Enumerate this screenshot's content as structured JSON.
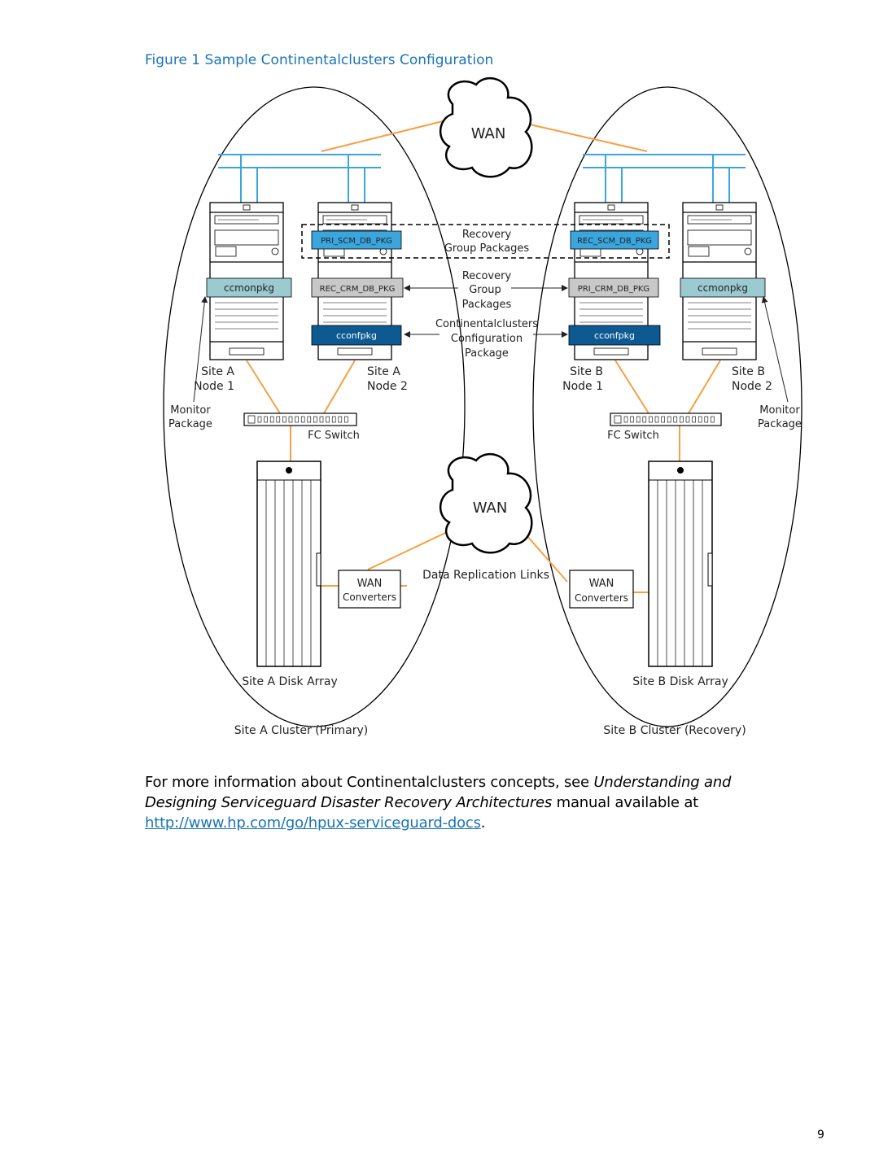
{
  "figure_title": "Figure 1 Sample Continentalclusters Configuration",
  "wan_cloud_label": "WAN",
  "packages": {
    "pri_scm": "PRI_SCM_DB_PKG",
    "rec_scm": "REC_SCM_DB_PKG",
    "rec_crm": "REC_CRM_DB_PKG",
    "pri_crm": "PRI_CRM_DB_PKG",
    "ccmonpkg": "ccmonpkg",
    "cconfpkg": "cconfpkg"
  },
  "center_labels": {
    "recovery_group_packages_1": [
      "Recovery",
      "Group Packages"
    ],
    "recovery_group_packages_2": [
      "Recovery",
      "Group",
      "Packages"
    ],
    "continentalclusters_config": [
      "Continentalclusters",
      "Configuration",
      "Package"
    ],
    "data_replication_links": "Data Replication Links"
  },
  "site_a": {
    "node1": [
      "Site A",
      "Node 1"
    ],
    "node2": [
      "Site A",
      "Node 2"
    ],
    "monitor": [
      "Monitor",
      "Package"
    ],
    "fc_switch": "FC Switch",
    "wan_converters": [
      "WAN",
      "Converters"
    ],
    "disk_array": "Site A Disk Array",
    "cluster": "Site A Cluster (Primary)"
  },
  "site_b": {
    "node1": [
      "Site B",
      "Node 1"
    ],
    "node2": [
      "Site B",
      "Node 2"
    ],
    "monitor": [
      "Monitor",
      "Package"
    ],
    "fc_switch": "FC Switch",
    "wan_converters": [
      "WAN",
      "Converters"
    ],
    "disk_array": "Site B Disk Array",
    "cluster": "Site B Cluster (Recovery)"
  },
  "paragraph": {
    "before": "For more information about Continentalclusters concepts, see ",
    "title_italic": "Understanding and Designing Serviceguard Disaster Recovery Architectures",
    "middle": " manual available at ",
    "link": "http://www.hp.com/go/hpux-serviceguard-docs",
    "after": "."
  },
  "page_number": "9",
  "colors": {
    "accent_blue": "#1a74b8",
    "network_blue": "#3aa6dd",
    "link_orange": "#f5a043",
    "teal_box": "#9bcbd0",
    "grey_box": "#c8c8c8",
    "dark_blue_box": "#0d5a93"
  }
}
